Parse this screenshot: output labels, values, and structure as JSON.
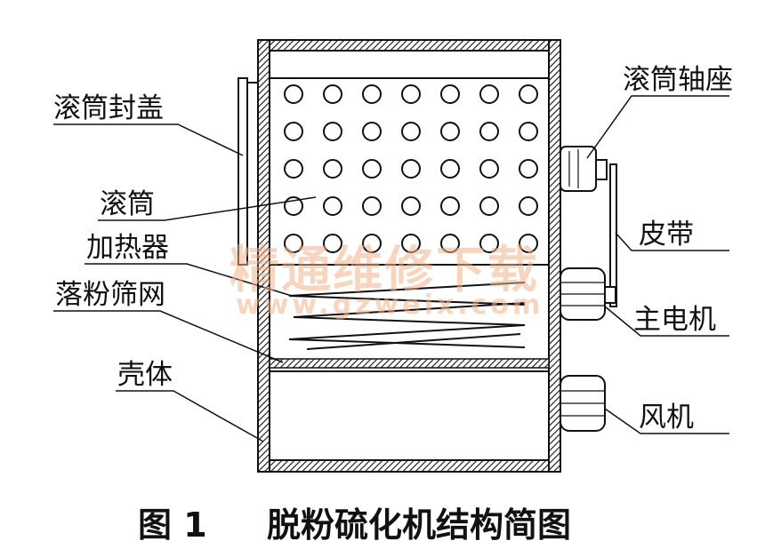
{
  "labels": {
    "drum_cover": "滚筒封盖",
    "drum": "滚筒",
    "heater": "加热器",
    "screen": "落粉筛网",
    "shell": "壳体",
    "bearing": "滚筒轴座",
    "belt": "皮带",
    "main_motor": "主电机",
    "fan": "风机"
  },
  "caption": {
    "fig_no": "图 1",
    "title": "脱粉硫化机结构简图"
  },
  "watermark": {
    "cn": "精通维修下载",
    "url": "www.gzweix.com"
  }
}
